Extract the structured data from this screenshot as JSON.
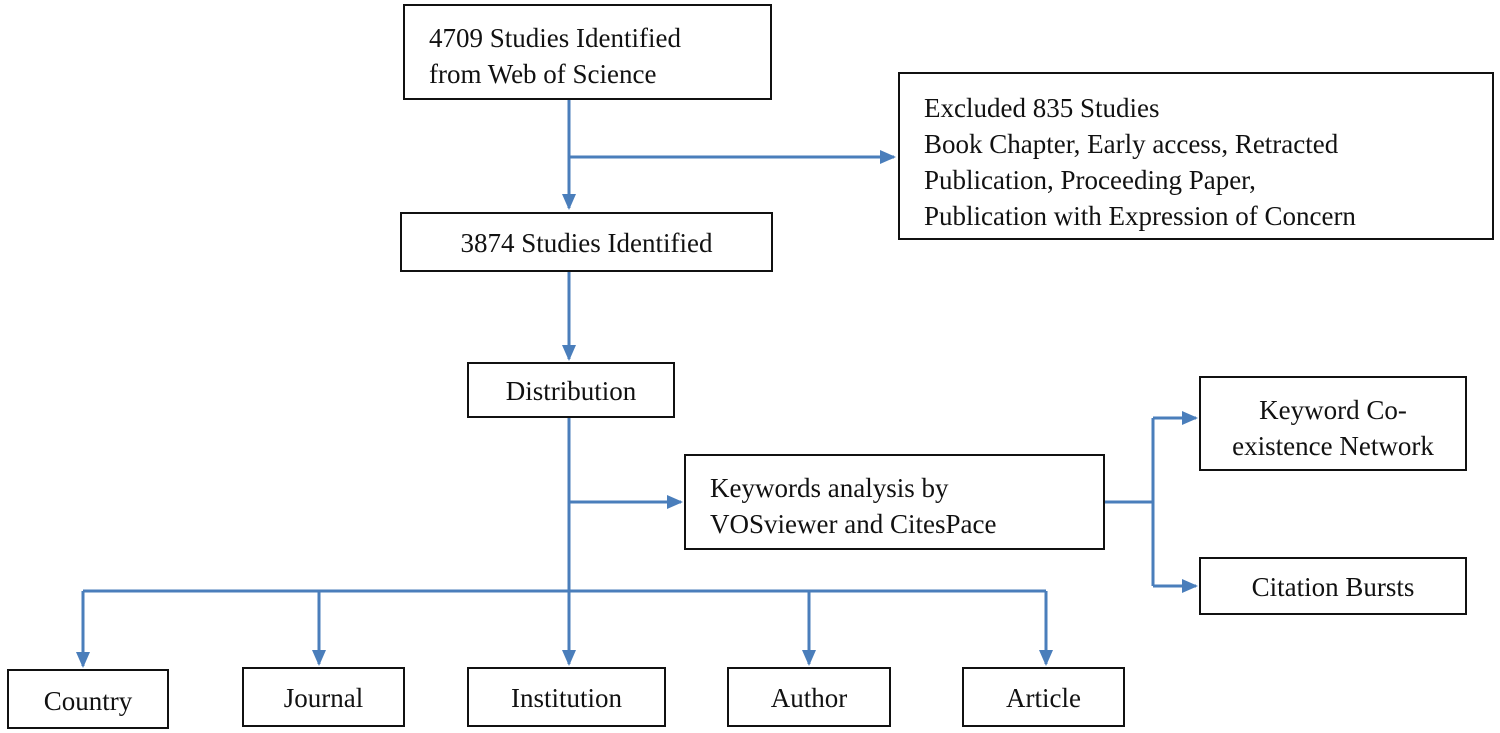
{
  "boxes": {
    "start": {
      "lines": [
        "4709  Studies Identified",
        "from Web of Science"
      ]
    },
    "excluded": {
      "lines": [
        "Excluded 835 Studies",
        "Book Chapter, Early access, Retracted",
        "Publication, Proceeding Paper,",
        "Publication with Expression of Concern"
      ]
    },
    "identified": {
      "lines": [
        "3874 Studies Identified"
      ]
    },
    "distribution": {
      "lines": [
        "Distribution"
      ]
    },
    "keywords": {
      "lines": [
        "Keywords analysis by",
        "VOSviewer and CitesPace"
      ]
    },
    "network": {
      "lines": [
        "Keyword Co-",
        "existence Network"
      ]
    },
    "bursts": {
      "lines": [
        "Citation Bursts"
      ]
    },
    "country": {
      "lines": [
        "Country"
      ]
    },
    "journal": {
      "lines": [
        "Journal"
      ]
    },
    "institution": {
      "lines": [
        "Institution"
      ]
    },
    "author": {
      "lines": [
        "Author"
      ]
    },
    "article": {
      "lines": [
        "Article"
      ]
    }
  },
  "colors": {
    "arrow": "#4a7ebb",
    "border": "#111111"
  }
}
